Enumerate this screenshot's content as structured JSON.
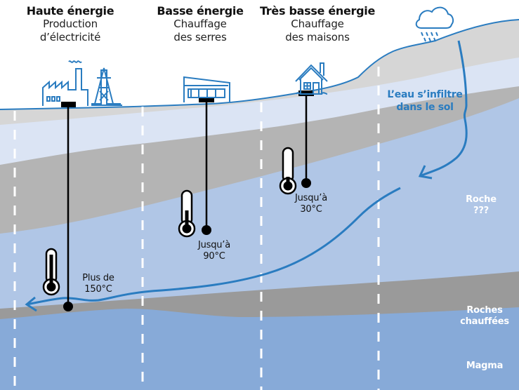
{
  "columns": [
    {
      "title": "Haute énergie",
      "subtitle_1": "Production",
      "subtitle_2": "d’électricité",
      "icon": "factory-and-pylon-icon",
      "temperature_1": "Plus de",
      "temperature_2": "150°C"
    },
    {
      "title": "Basse énergie",
      "subtitle_1": "Chauffage",
      "subtitle_2": "des serres",
      "icon": "greenhouse-icon",
      "temperature_1": "Jusqu’à",
      "temperature_2": "90°C"
    },
    {
      "title": "Très basse énergie",
      "subtitle_1": "Chauffage",
      "subtitle_2": "des maisons",
      "icon": "house-icon",
      "temperature_1": "Jusqu’à",
      "temperature_2": "30°C"
    }
  ],
  "water": {
    "label_1": "L’eau s’infiltre",
    "label_2": "dans le sol",
    "icon": "rain-cloud-icon"
  },
  "layers": {
    "rock_unknown_1": "Roche",
    "rock_unknown_2": "???",
    "heated_rocks_1": "Roches",
    "heated_rocks_2": "chauffées",
    "magma": "Magma"
  },
  "colors": {
    "surface_soil": "#d6d6d6",
    "light_blue_layer": "#dbe4f4",
    "grey_layer": "#b4b4b4",
    "rock_blue": "#b0c6e6",
    "heated_rock": "#9a9a9a",
    "magma": "#87aad8",
    "water_blue": "#2a7cc0",
    "well": "#000000"
  }
}
